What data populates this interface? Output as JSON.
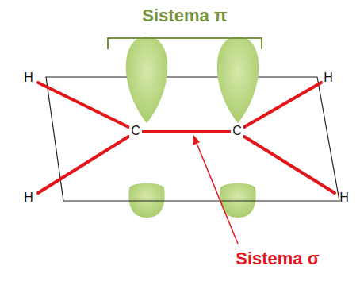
{
  "diagram": {
    "labels": [
      "Sistema π",
      "H",
      "H",
      "C",
      "C",
      "H",
      "H",
      "Sistema σ"
    ]
  }
}
